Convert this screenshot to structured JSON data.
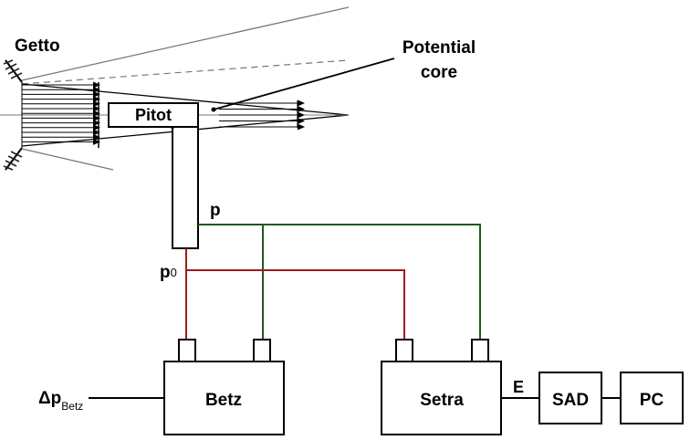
{
  "labels": {
    "jet": "Getto",
    "core_line1": "Potential",
    "core_line2": "core",
    "pitot": "Pitot",
    "p_total": "p",
    "p_static": "p",
    "p_static_sub": "0",
    "delta_main": "Δp",
    "delta_sub": "Betz",
    "betz": "Betz",
    "setra": "Setra",
    "signal": "E",
    "sad": "SAD",
    "pc": "PC"
  },
  "colors": {
    "p_line": "#1f5a1a",
    "p0_line": "#9b1c1c",
    "outline": "#000000"
  }
}
